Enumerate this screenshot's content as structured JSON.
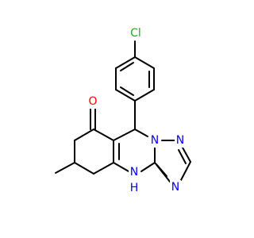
{
  "molecule": {
    "atoms": {
      "cl": {
        "text": "Cl",
        "color": "#1fab1f"
      },
      "o": {
        "text": "O",
        "color": "#ff0000"
      },
      "n1": {
        "text": "N",
        "color": "#0000ff"
      },
      "n2": {
        "text": "N",
        "color": "#0000ff"
      },
      "n3": {
        "text": "N",
        "color": "#0000ff"
      },
      "nh_n": {
        "text": "N",
        "color": "#0000ff"
      },
      "nh_h": {
        "text": "H",
        "color": "#0000ff"
      }
    }
  }
}
